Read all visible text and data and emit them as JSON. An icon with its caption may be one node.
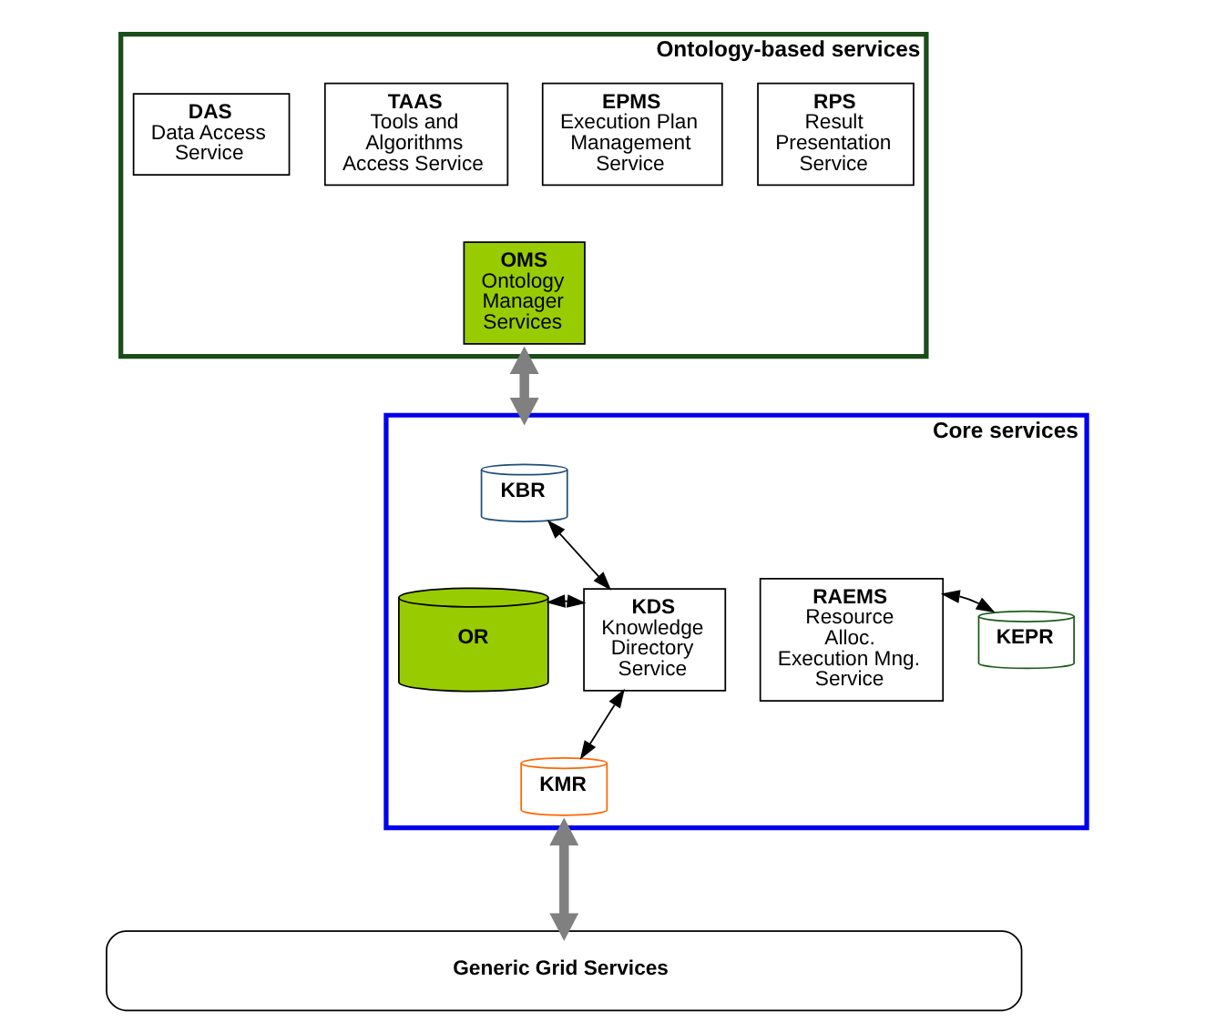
{
  "diagram": {
    "nodes": [
      {
        "text": [
          "Ontology-based services"
        ]
      },
      {
        "text": [
          "DAS",
          "Data Access Service"
        ],
        "in": 0
      },
      {
        "text": [
          "TAAS",
          "Tools and Algorithms Access Service"
        ],
        "in": 0
      },
      {
        "text": [
          "EPMS",
          "Execution Plan Management Service"
        ],
        "in": 0
      },
      {
        "text": [
          "RPS",
          "Result Presentation Service"
        ],
        "in": 0
      },
      {
        "text": [
          "OMS",
          "Ontology Manager Services"
        ],
        "in": 0
      },
      {
        "text": [
          "Core services"
        ]
      },
      {
        "text": [
          "KBR"
        ],
        "in": 6
      },
      {
        "text": [
          "OR"
        ],
        "in": 6
      },
      {
        "text": [
          "KMR"
        ],
        "in": 6
      },
      {
        "text": [
          "KDS",
          "Knowledge Directory Service"
        ],
        "in": 6
      },
      {
        "text": [
          "RAEMS",
          "Resource Alloc. Execution Mng. Service"
        ],
        "in": 6
      },
      {
        "text": [
          "KEPR"
        ],
        "in": 6
      },
      {
        "text": [
          "Generic Grid Services"
        ]
      }
    ],
    "edges": [
      {
        "from": 0,
        "to": 6,
        "arrow": "both",
        "style": "thick",
        "color": "#808080"
      },
      {
        "from": 7,
        "to": 10,
        "arrow": "both"
      },
      {
        "from": 8,
        "to": 10,
        "arrow": "both"
      },
      {
        "from": 9,
        "to": 10,
        "arrow": "both"
      },
      {
        "from": 11,
        "to": 12,
        "arrow": "both"
      },
      {
        "from": 6,
        "to": 13,
        "arrow": "both",
        "style": "thick",
        "color": "#808080"
      }
    ]
  }
}
